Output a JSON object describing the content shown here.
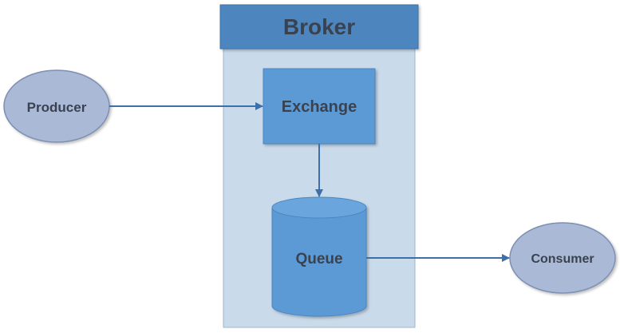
{
  "broker": {
    "label": "Broker"
  },
  "nodes": {
    "producer": "Producer",
    "exchange": "Exchange",
    "queue": "Queue",
    "consumer": "Consumer"
  },
  "colors": {
    "broker_body": "#c9daea",
    "broker_border": "#9fb5cc",
    "broker_header": "#4d86bf",
    "box_fill": "#5b9ad6",
    "ellipse_fill": "#a9b9d6",
    "ellipse_stroke": "#7d8fb3",
    "arrow": "#3d6fa8",
    "text": "#3a4250"
  }
}
